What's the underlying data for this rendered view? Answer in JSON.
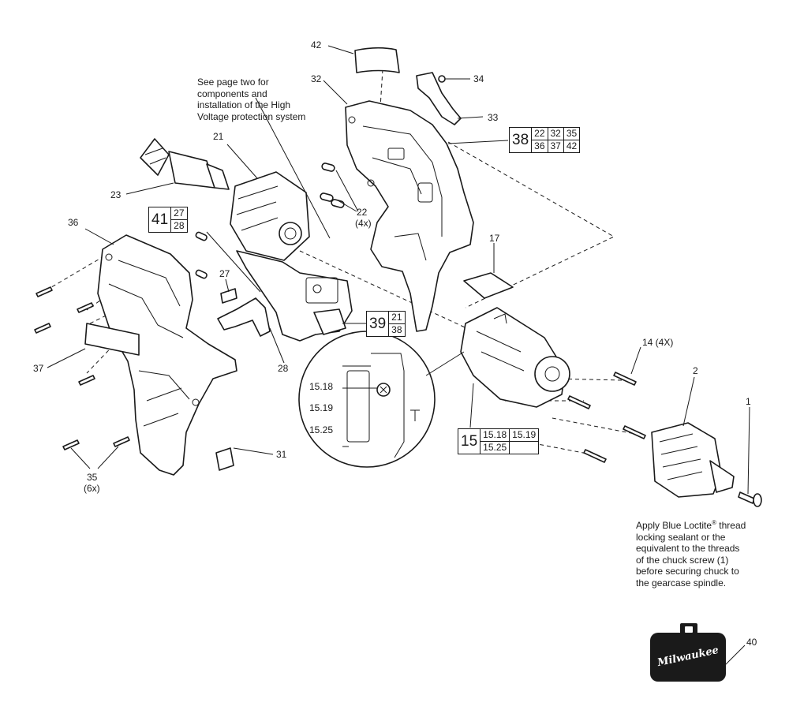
{
  "diagram": {
    "callouts": {
      "c42": "42",
      "c34": "34",
      "c32": "32",
      "c33": "33",
      "c21": "21",
      "c23": "23",
      "c22": "22",
      "c22_qty": "(4x)",
      "c36": "36",
      "c27": "27",
      "c17": "17",
      "c28": "28",
      "c14": "14 (4X)",
      "c2": "2",
      "c1": "1",
      "c37": "37",
      "c1518": "15.18",
      "c1519": "15.19",
      "c1525": "15.25",
      "c31": "31",
      "c35": "35",
      "c35_qty": "(6x)",
      "c40": "40"
    },
    "note_hv": "See page two for\ncomponents and\ninstallation of the High\nVoltage protection system",
    "note_loctite_a": "Apply Blue Loctite",
    "note_loctite_reg": "®",
    "note_loctite_b": " thread\nlocking sealant or the\nequivalent to the threads\nof the chuck screw (1)\nbefore securing chuck to\nthe gearcase spindle.",
    "kits": {
      "k38": {
        "num": "38",
        "items": [
          "22",
          "32",
          "35",
          "36",
          "37",
          "42"
        ]
      },
      "k41": {
        "num": "41",
        "items": [
          "27",
          "28"
        ]
      },
      "k39": {
        "num": "39",
        "items": [
          "21",
          "38"
        ]
      },
      "k15": {
        "num": "15",
        "items": [
          "15.18",
          "15.19",
          "15.25"
        ]
      }
    },
    "case_logo": "Milwaukee"
  }
}
